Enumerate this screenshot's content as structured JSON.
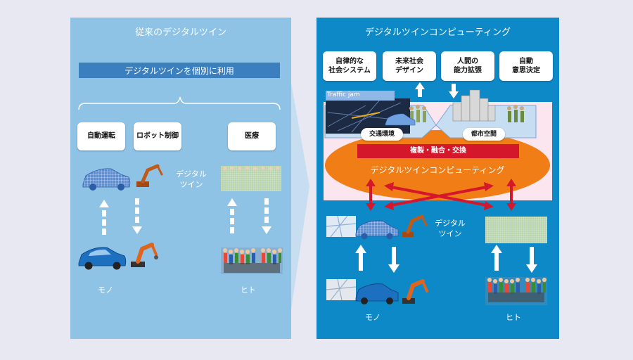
{
  "left": {
    "title": "従来のデジタルツイン",
    "bar": "デジタルツインを個別に利用",
    "boxes": [
      "自動運転",
      "ロボット制御",
      "医療"
    ],
    "digital_twin_line1": "デジタル",
    "digital_twin_line2": "ツイン",
    "mono": "モノ",
    "hito": "ヒト"
  },
  "right": {
    "title": "デジタルツインコンピューティング",
    "boxes": [
      {
        "line1": "自律的な",
        "line2": "社会システム"
      },
      {
        "line1": "未来社会",
        "line2": "デザイン"
      },
      {
        "line1": "人間の",
        "line2": "能力拡張"
      },
      {
        "line1": "自動",
        "line2": "意思決定"
      }
    ],
    "traffic_jam": "Traffic jam",
    "traffic_env": "交通環境",
    "urban_space": "都市空間",
    "red_bar": "複製・融合・交換",
    "ellipse_label": "デジタルツインコンピューティング",
    "digital_twin_line1": "デジタル",
    "digital_twin_line2": "ツイン",
    "mono": "モノ",
    "hito": "ヒト"
  },
  "colors": {
    "background": "#e8e8f3",
    "left_panel": "#8fc3e6",
    "right_panel": "#0d89c8",
    "bar_blue": "#3c7fbf",
    "ellipse_orange": "#f07d16",
    "red": "#d4172b",
    "car_blue": "#1d6fc0",
    "robot_orange": "#e0651c"
  }
}
